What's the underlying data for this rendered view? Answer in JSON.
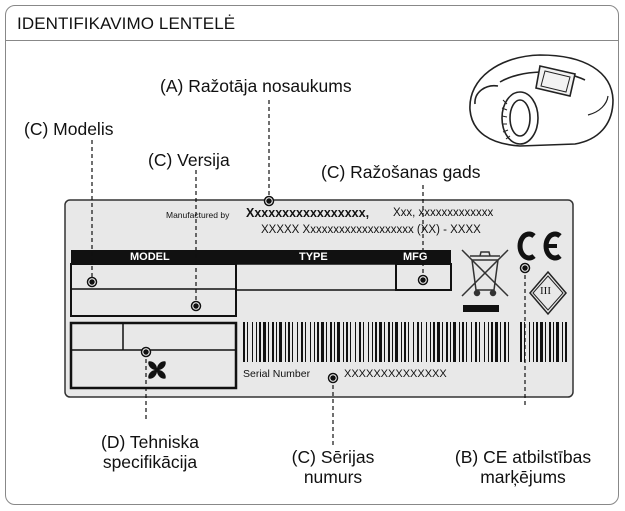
{
  "header": {
    "title": "IDENTIFIKAVIMO LENTELĖ"
  },
  "callouts": {
    "manufacturer_name": "(A) Ražotāja nosaukums",
    "model": "(C) Modelis",
    "version": "(C) Versija",
    "year": "(C) Ražošanas gads",
    "tech_spec_line1": "(D) Tehniska",
    "tech_spec_line2": "specifikācija",
    "serial_line1": "(C) Sērijas",
    "serial_line2": "numurs",
    "ce_line1": "(B) CE atbilstības",
    "ce_line2": "marķējums"
  },
  "plate": {
    "manufactured_by": "Manufactured by",
    "manufacturer_bold": "Xxxxxxxxxxxxxxxxx,",
    "address_line1_tail": "Xxx, xxxxxxxxxxxxx",
    "address_line2": "XXXXX Xxxxxxxxxxxxxxxxxxx (XX) - XXXX",
    "model_label": "MODEL",
    "type_label": "TYPE",
    "mfg_label": "MFG",
    "serial_label": "Serial Number",
    "serial_value": "XXXXXXXXXXXXXX",
    "class_mark": "III",
    "ce_mark": "CE"
  }
}
